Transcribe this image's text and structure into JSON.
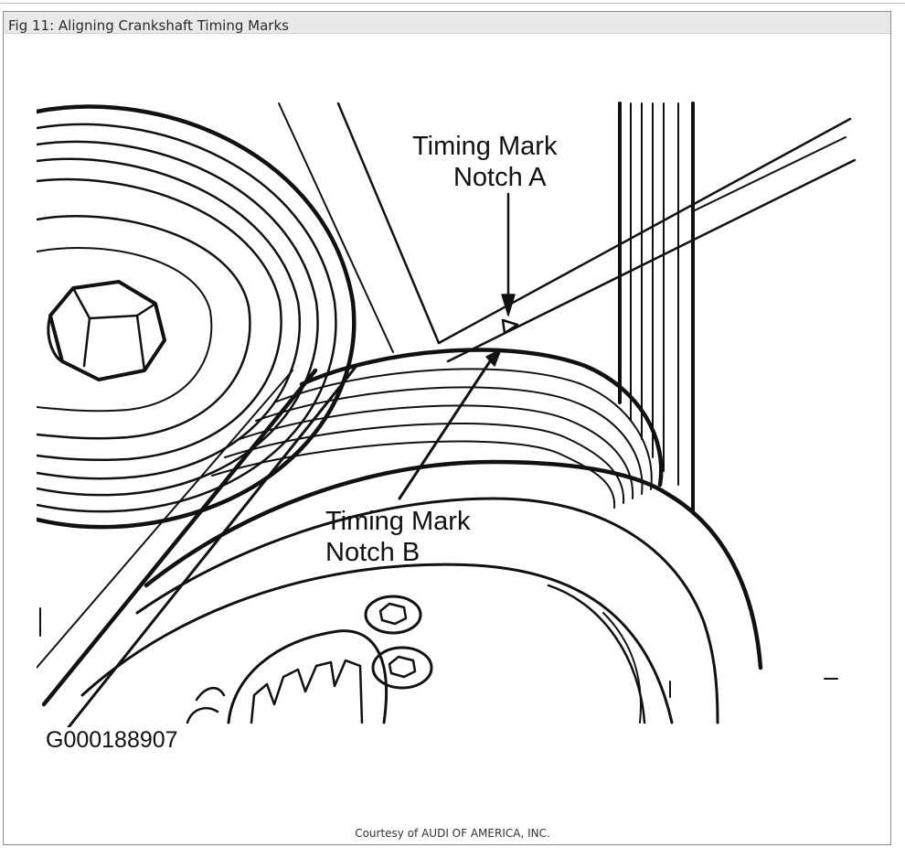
{
  "window": {
    "title": "Fig 11: Aligning Crankshaft Timing Marks"
  },
  "figure": {
    "label_a": {
      "line1": "Timing Mark",
      "line2": "Notch A"
    },
    "label_b": {
      "line1": "Timing Mark",
      "line2": "Notch B"
    },
    "figure_code": "G000188907"
  },
  "footer": {
    "courtesy": "Courtesy of AUDI OF AMERICA, INC."
  },
  "colors": {
    "ink": "#111111",
    "title_bar": "#e9e9e9",
    "frame_border": "#8c8c8c"
  }
}
